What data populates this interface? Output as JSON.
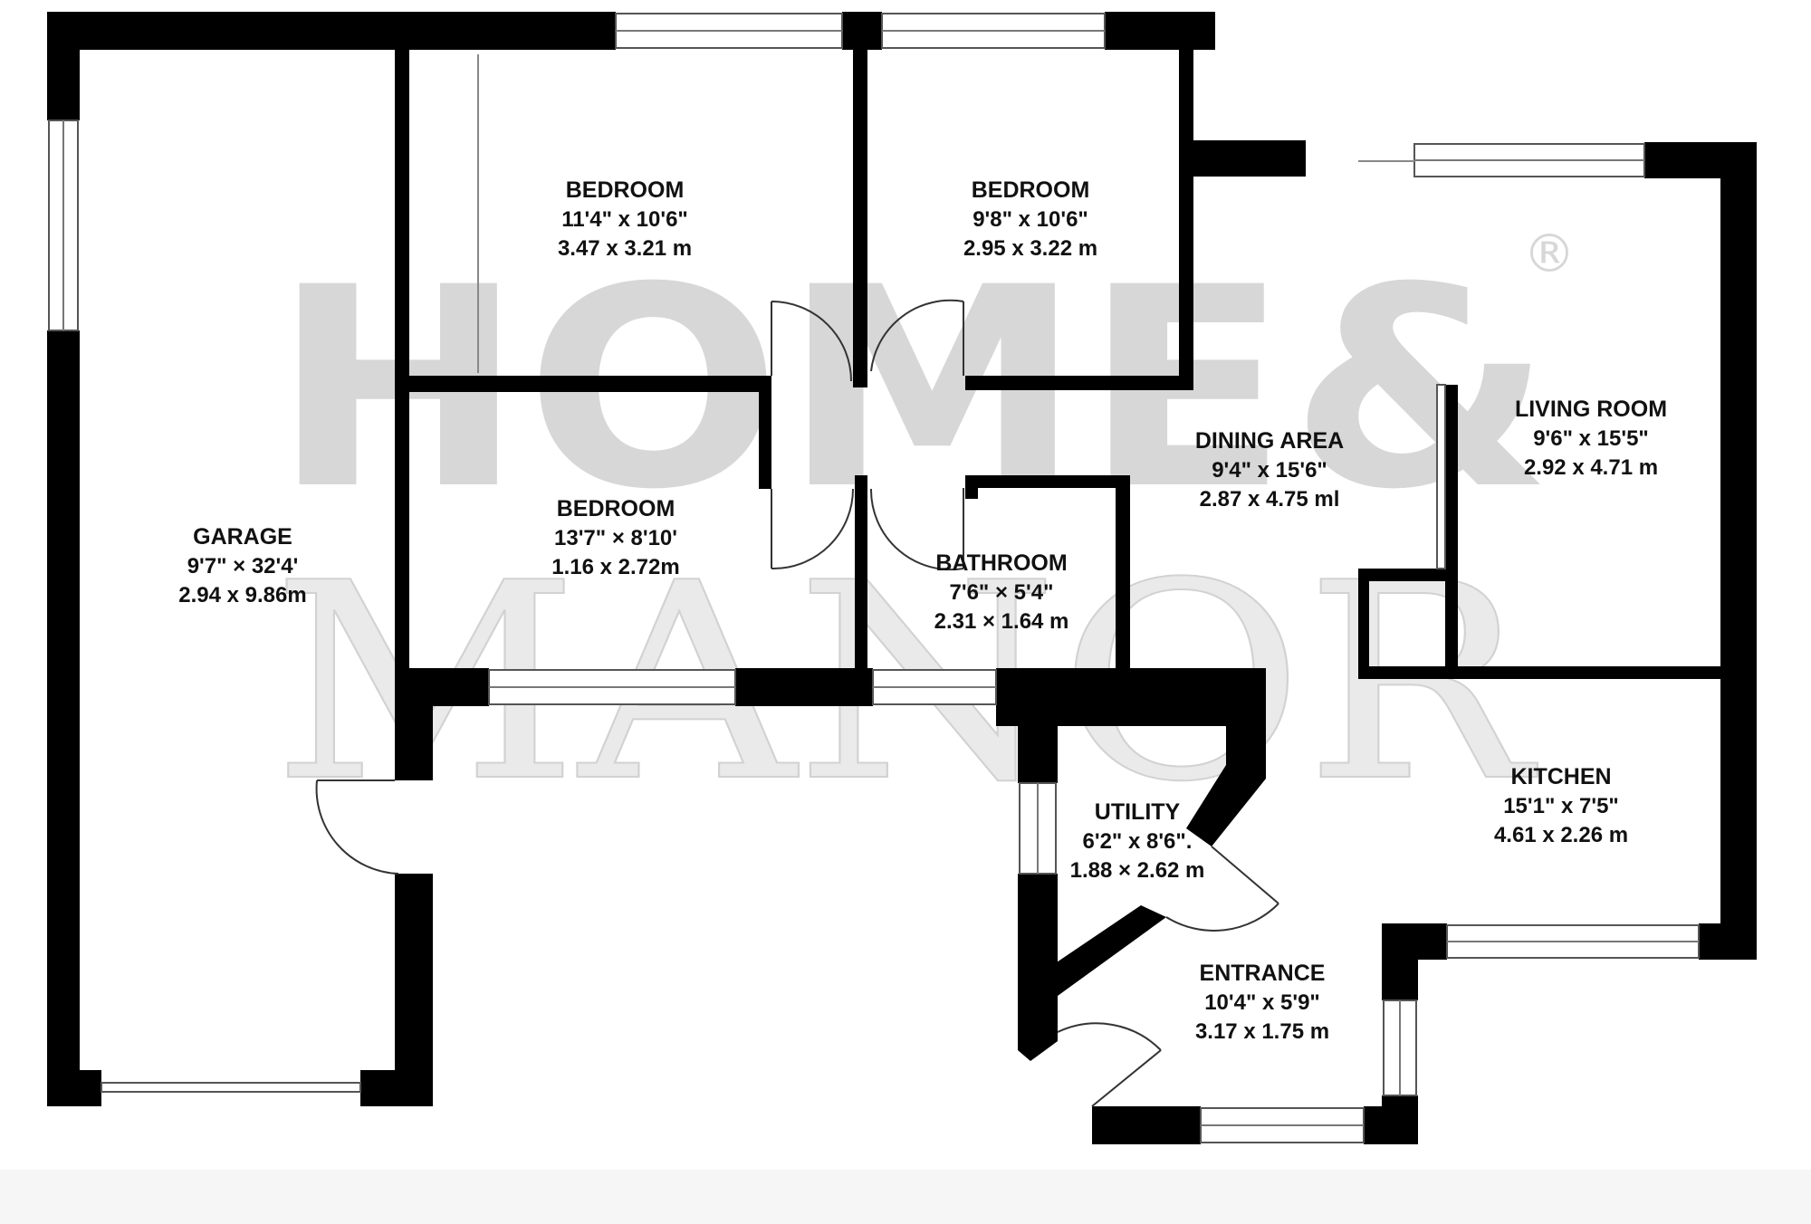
{
  "watermark": {
    "line1": "HOME&",
    "line2": "MANOR",
    "registered": "®"
  },
  "rooms": {
    "bedroom1": {
      "name": "BEDROOM",
      "imperial": "11'4\" x 10'6\"",
      "metric": "3.47 x 3.21 m"
    },
    "bedroom2": {
      "name": "BEDROOM",
      "imperial": "9'8\" x 10'6\"",
      "metric": "2.95 x 3.22 m"
    },
    "bedroom3": {
      "name": "BEDROOM",
      "imperial": "13'7\" × 8'10'",
      "metric": "1.16 x 2.72m"
    },
    "garage": {
      "name": "GARAGE",
      "imperial": "9'7\" × 32'4'",
      "metric": "2.94 x 9.86m"
    },
    "dining": {
      "name": "DINING AREA",
      "imperial": "9'4\" x 15'6\"",
      "metric": "2.87 x 4.75 ml"
    },
    "living": {
      "name": "LIVING ROOM",
      "imperial": "9'6\" x 15'5\"",
      "metric": "2.92 x 4.71 m"
    },
    "bathroom": {
      "name": "BATHROOM",
      "imperial": "7'6\" × 5'4\"",
      "metric": "2.31 × 1.64 m"
    },
    "kitchen": {
      "name": "KITCHEN",
      "imperial": "15'1\" x 7'5\"",
      "metric": "4.61 x 2.26 m"
    },
    "utility": {
      "name": "UTILITY",
      "imperial": "6'2\" x 8'6\".",
      "metric": "1.88 × 2.62 m"
    },
    "entrance": {
      "name": "ENTRANCE",
      "imperial": "10'4\" x 5'9\"",
      "metric": "3.17 x 1.75 m"
    }
  }
}
